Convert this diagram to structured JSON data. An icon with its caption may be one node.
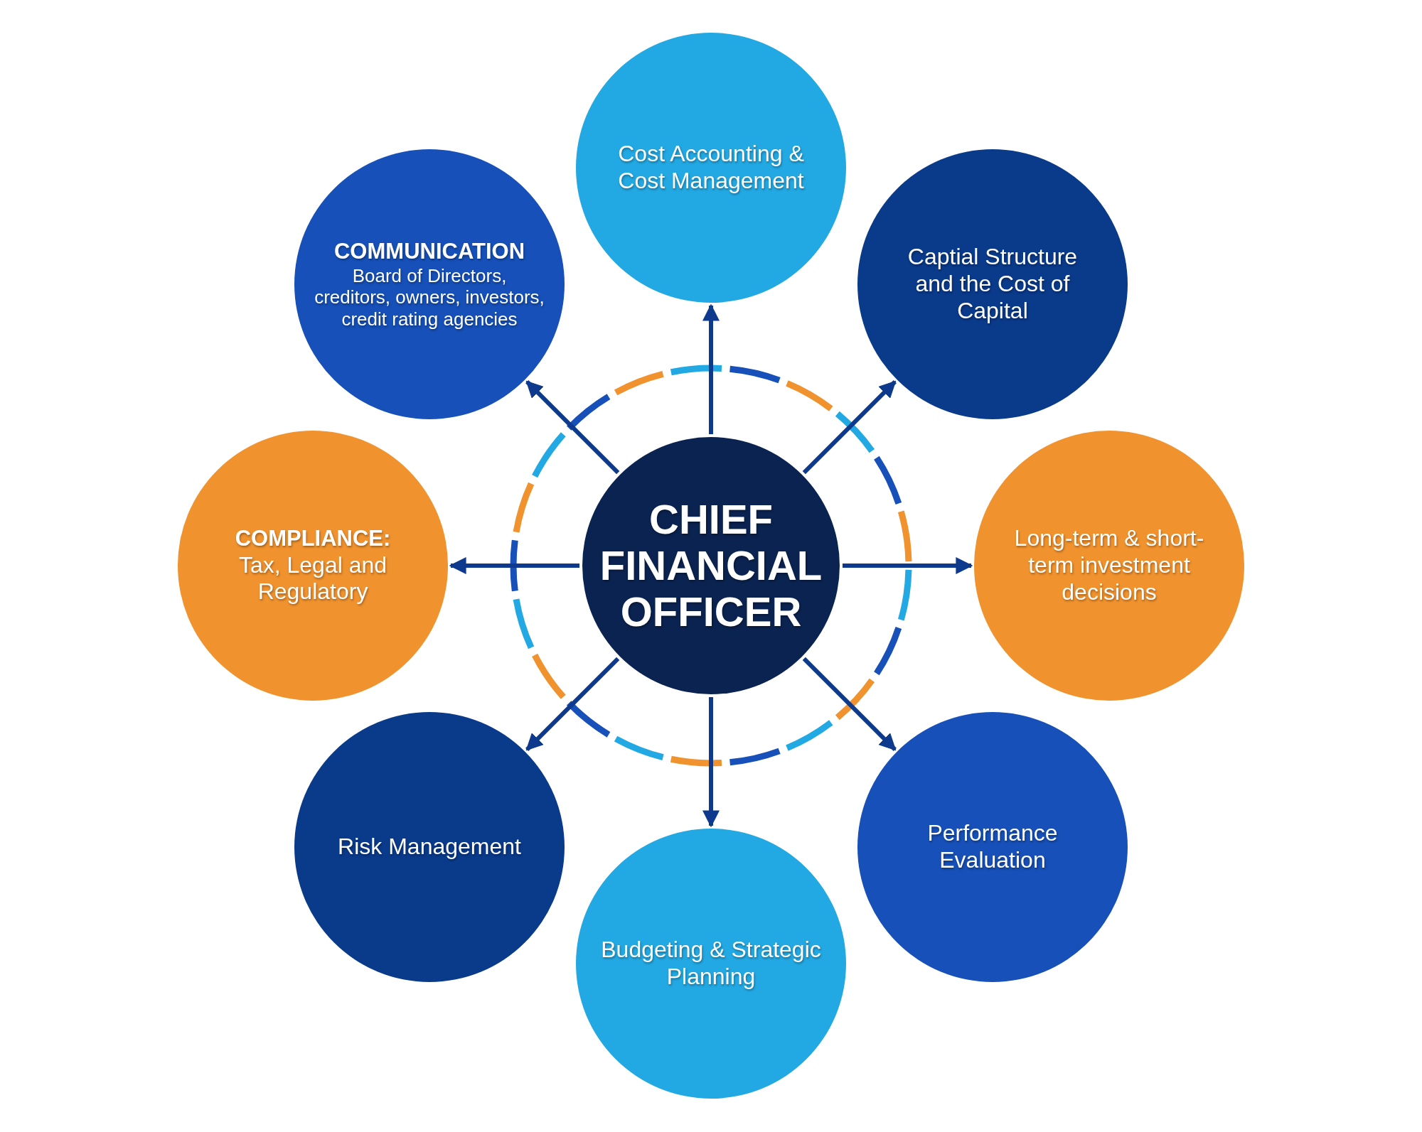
{
  "diagram": {
    "nodes": [
      {
        "text": [
          "CHIEF FINANCIAL OFFICER"
        ]
      },
      {
        "text": [
          "Cost Accounting & Cost Management"
        ]
      },
      {
        "text": [
          "Captial Structure and the Cost of Capital"
        ]
      },
      {
        "text": [
          "Long-term & short-term investment decisions"
        ]
      },
      {
        "text": [
          "Performance Evaluation"
        ]
      },
      {
        "text": [
          "Budgeting & Strategic Planning"
        ]
      },
      {
        "text": [
          "Risk Management"
        ]
      },
      {
        "text": [
          "COMPLIANCE:",
          "Tax, Legal and Regulatory"
        ]
      },
      {
        "text": [
          "COMMUNICATION",
          "Board of Directors, creditors, owners, investors, credit rating agencies"
        ]
      }
    ],
    "edges": [
      {
        "from": 0,
        "to": 1,
        "arrow": "to"
      },
      {
        "from": 0,
        "to": 2,
        "arrow": "to"
      },
      {
        "from": 0,
        "to": 3,
        "arrow": "to"
      },
      {
        "from": 0,
        "to": 4,
        "arrow": "to"
      },
      {
        "from": 0,
        "to": 5,
        "arrow": "to"
      },
      {
        "from": 0,
        "to": 6,
        "arrow": "to"
      },
      {
        "from": 0,
        "to": 7,
        "arrow": "to"
      },
      {
        "from": 0,
        "to": 8,
        "arrow": "to"
      }
    ]
  }
}
